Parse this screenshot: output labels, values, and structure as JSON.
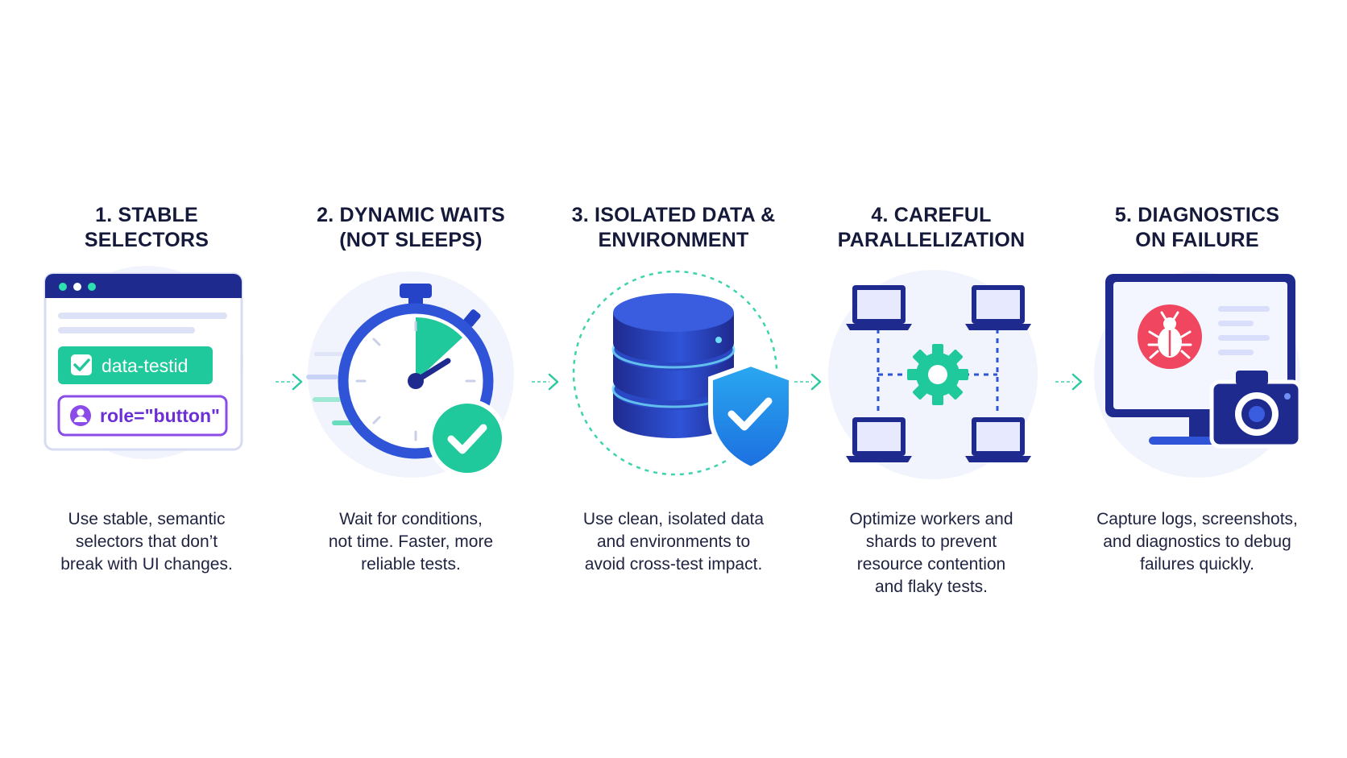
{
  "steps": [
    {
      "title": "1. STABLE\nSELECTORS",
      "description": "Use stable, semantic\nselectors that don’t\nbreak with UI changes.",
      "chips": [
        "data-testid",
        "role=\"button\""
      ],
      "icon": "browser-window-icon"
    },
    {
      "title": "2. DYNAMIC WAITS\n(NOT SLEEPS)",
      "description": "Wait for conditions,\nnot time. Faster, more\nreliable tests.",
      "icon": "stopwatch-icon"
    },
    {
      "title": "3. ISOLATED DATA &\nENVIRONMENT",
      "description": "Use clean, isolated data\nand environments to\navoid cross-test impact.",
      "icon": "database-shield-icon"
    },
    {
      "title": "4. CAREFUL\nPARALLELIZATION",
      "description": "Optimize workers and\nshards to prevent\nresource contention\nand flaky tests.",
      "icon": "parallel-laptops-icon"
    },
    {
      "title": "5. DIAGNOSTICS\nON FAILURE",
      "description": "Capture logs, screenshots,\nand diagnostics to debug\nfailures quickly.",
      "icon": "monitor-bug-camera-icon"
    }
  ],
  "colors": {
    "navy": "#1f2a8f",
    "blue": "#2f54d8",
    "teal": "#14c79a",
    "purple": "#7c3aed",
    "red": "#f0465f"
  }
}
